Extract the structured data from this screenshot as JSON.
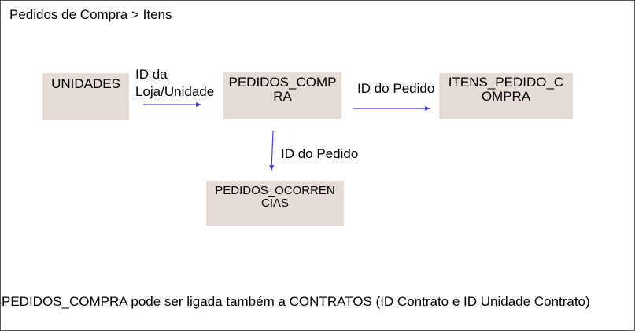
{
  "page": {
    "title": "Pedidos de Compra > Itens"
  },
  "diagram": {
    "entities": {
      "unidades": "UNIDADES",
      "pedidos_compra": "PEDIDOS_COMPRA",
      "itens_pedido_compra": "ITENS_PEDIDO_COMPRA",
      "pedidos_ocorrencias": "PEDIDOS_OCORRENCIAS"
    },
    "relations": {
      "unidades_to_pedidos": "ID da Loja/Unidade",
      "pedidos_to_itens": "ID do Pedido",
      "pedidos_to_ocorrencias": "ID do Pedido"
    },
    "note": "PEDIDOS_COMPRA pode ser ligada também a CONTRATOS (ID Contrato e ID Unidade Contrato)"
  },
  "colors": {
    "box_fill": "#e6dcd6",
    "arrow": "#4b3fd1",
    "border": "#555555"
  }
}
